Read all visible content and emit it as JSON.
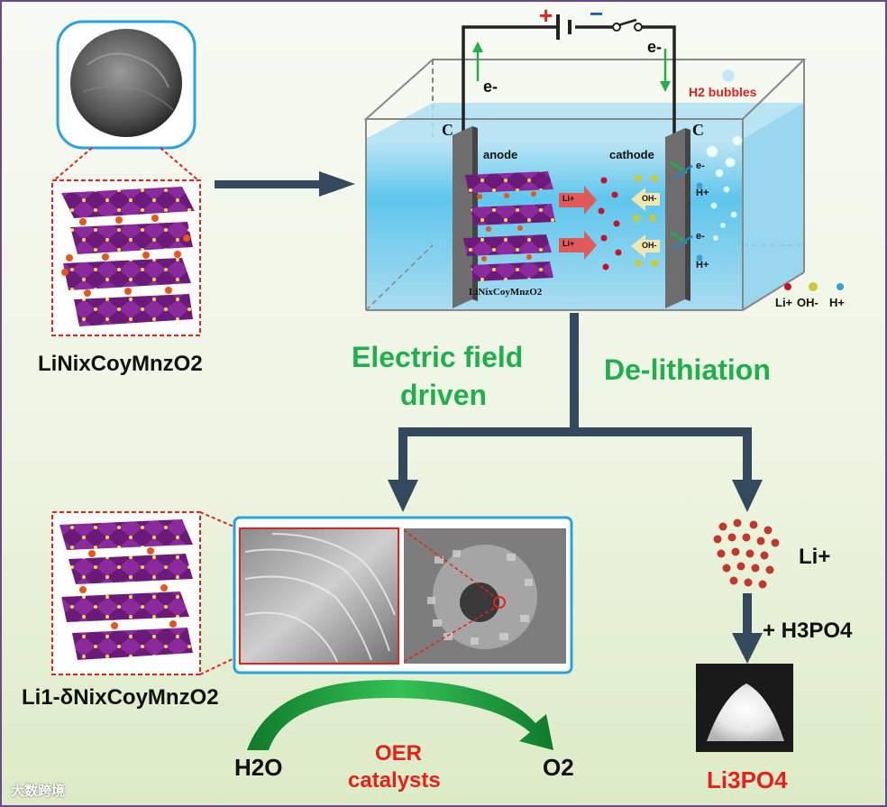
{
  "colors": {
    "accent_green": "#1fb04b",
    "accent_red": "#e8201a",
    "arrow": "#34495e",
    "crystal_purple": "#6b1a7a",
    "li_ion": "#c8102e",
    "oh_ion": "#c9c93a",
    "h_ion": "#3aa0d6"
  },
  "material": {
    "start_formula": "LiNixCoyMnzO2",
    "end_formula": "Li1-δNixCoyMnzO2",
    "cell_formula": "LiNixCoyMnzO2"
  },
  "cell": {
    "plus_sign": "+",
    "minus_sign": "−",
    "electron": "e-",
    "electrode": "C",
    "anode_label": "anode",
    "cathode_label": "cathode",
    "h2_bubbles": "H2 bubbles",
    "li_ion": "Li+",
    "oh_ion": "OH-",
    "h_ion": "H+"
  },
  "legend": {
    "li": "Li+",
    "oh": "OH-",
    "h": "H+"
  },
  "process": {
    "left_title_line1": "Electric field",
    "left_title_line2": "driven",
    "right_title": "De-lithiation"
  },
  "products": {
    "li_ion": "Li+",
    "reagent": "+ H3PO4",
    "salt": "Li3PO4"
  },
  "oer": {
    "water": "H2O",
    "oxygen": "O2",
    "label_line1": "OER",
    "label_line2": "catalysts"
  },
  "watermark": "大数跨境"
}
